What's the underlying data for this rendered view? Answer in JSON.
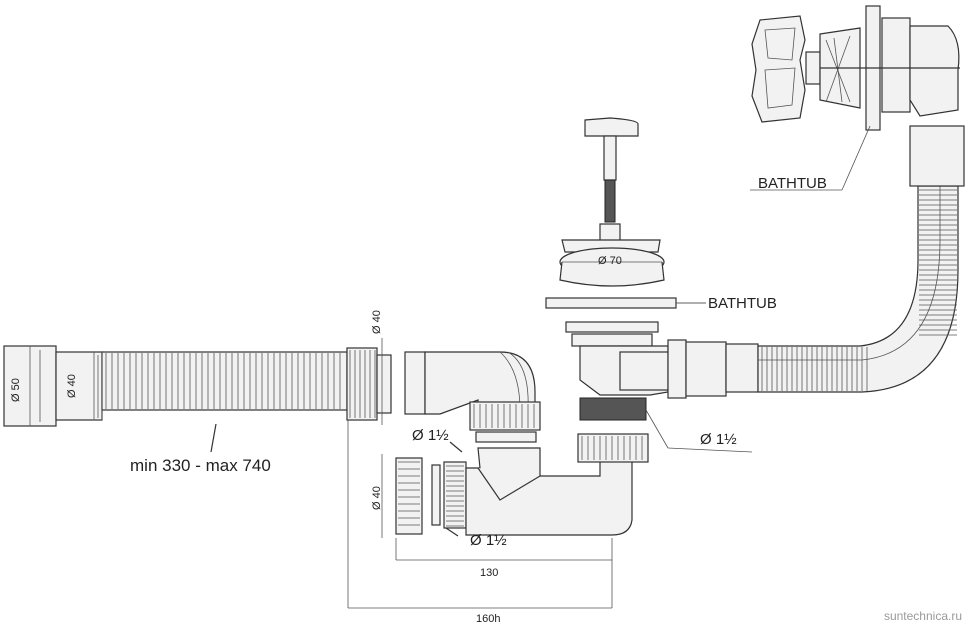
{
  "labels": {
    "bathtub_top": "BATHTUB",
    "bathtub_mid": "BATHTUB",
    "dia_70": "Ø 70",
    "dia_50": "Ø 50",
    "dia_40_hose": "Ø 40",
    "dia_40_top": "Ø 40",
    "dia_40_left": "Ø 40",
    "dia_1half_a": "Ø 1½",
    "dia_1half_b": "Ø 1½",
    "dia_1half_c": "Ø 1½",
    "hose_range": "min 330 - max 740",
    "dim_130": "130",
    "dim_160h": "160h"
  },
  "watermark": "suntechnica.ru"
}
